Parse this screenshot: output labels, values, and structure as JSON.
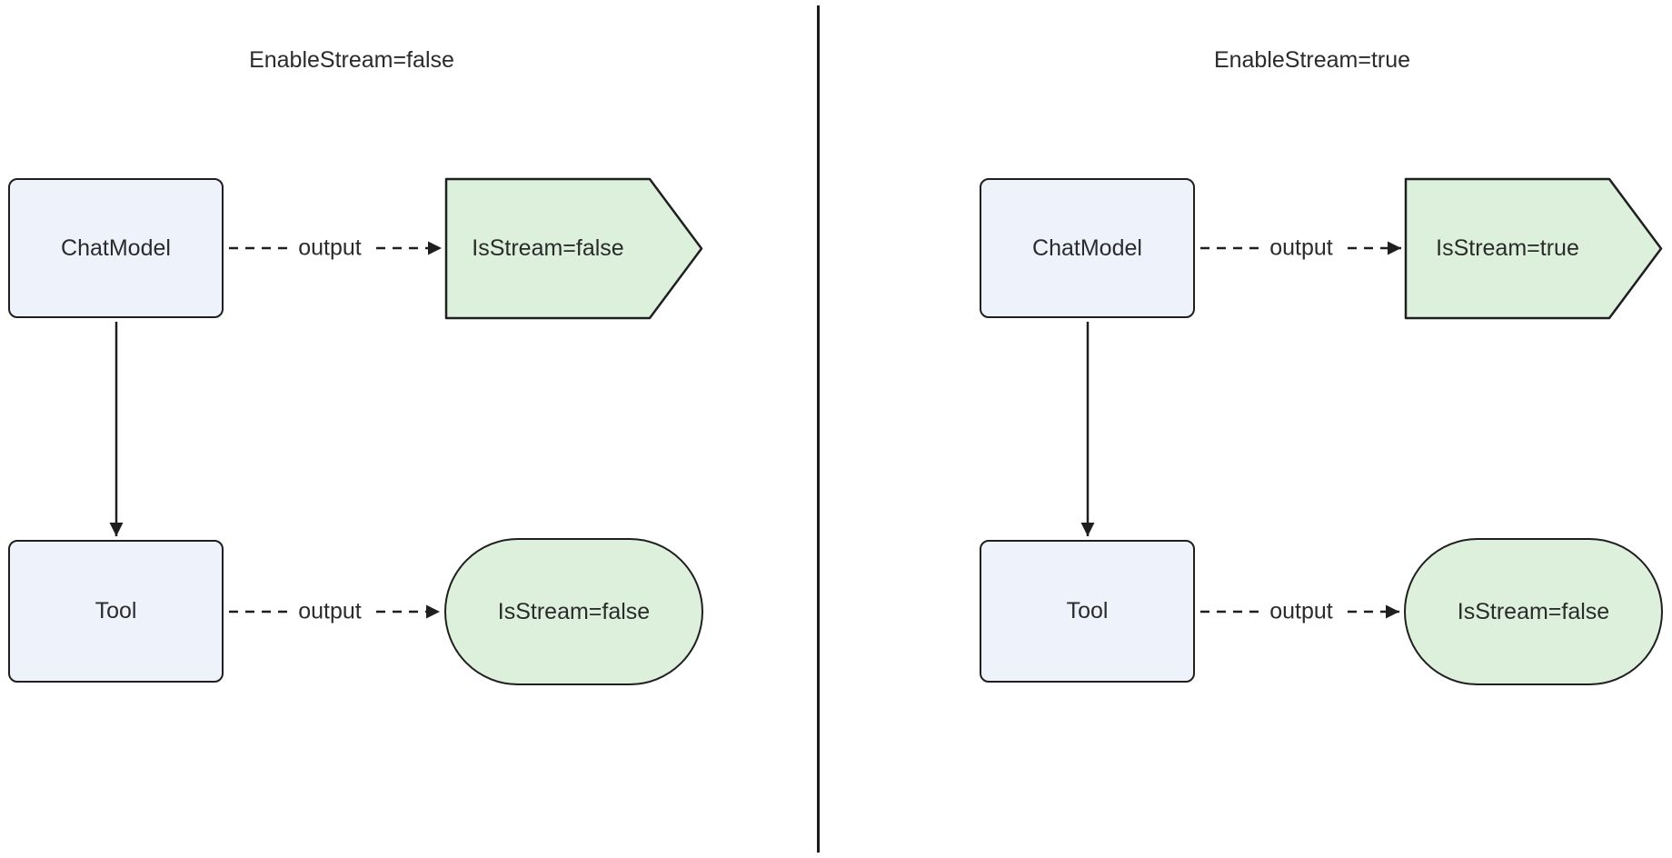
{
  "colors": {
    "background": "#ffffff",
    "divider": "#1a1a1a",
    "node_fill": "#eef2fb",
    "node_border": "#1f1f1f",
    "result_fill": "#dcf0dc",
    "result_border": "#1f1f1f",
    "edge": "#1f1f1f",
    "text": "#2b2b2b"
  },
  "panels": [
    {
      "title": "EnableStream=false",
      "nodes": {
        "chat_model": "ChatModel",
        "tool": "Tool"
      },
      "edges": {
        "chat_output": "output",
        "tool_output": "output"
      },
      "results": {
        "chat_stream": "IsStream=false",
        "tool_stream": "IsStream=false"
      }
    },
    {
      "title": "EnableStream=true",
      "nodes": {
        "chat_model": "ChatModel",
        "tool": "Tool"
      },
      "edges": {
        "chat_output": "output",
        "tool_output": "output"
      },
      "results": {
        "chat_stream": "IsStream=true",
        "tool_stream": "IsStream=false"
      }
    }
  ]
}
